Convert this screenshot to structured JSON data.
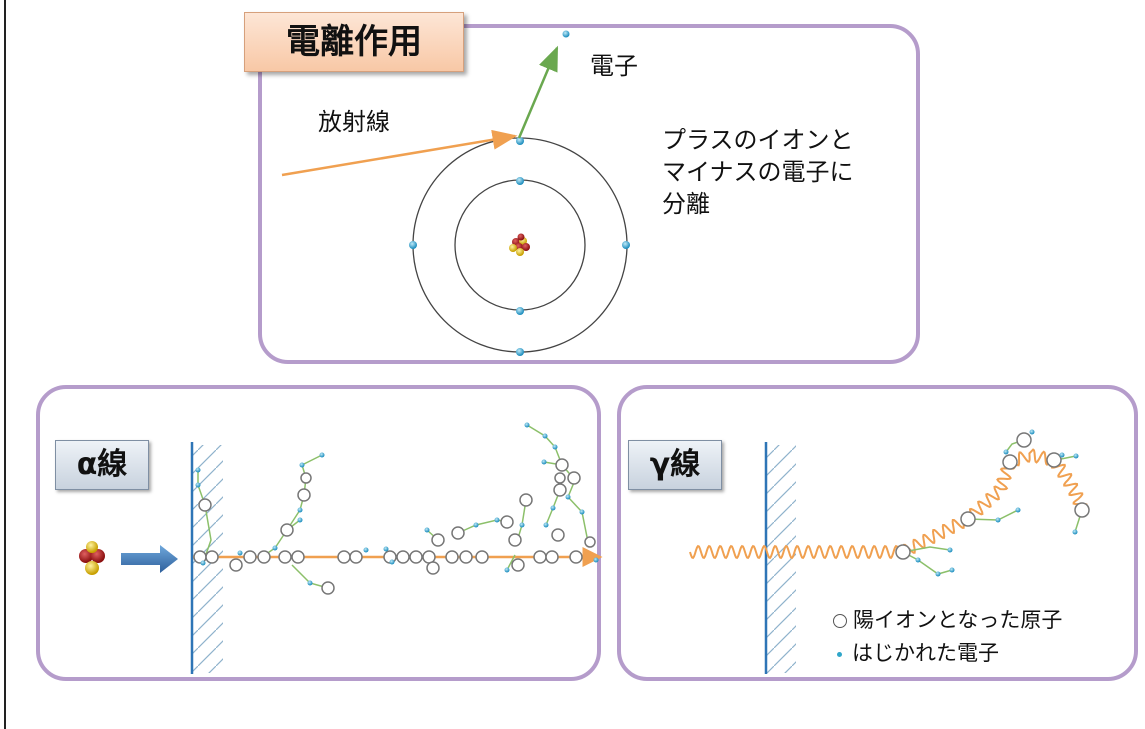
{
  "title": "電離作用",
  "top_panel": {
    "label_electron": "電子",
    "label_radiation": "放射線",
    "description_lines": [
      "プラスのイオンと",
      "マイナスの電子に",
      "分離"
    ]
  },
  "alpha_panel": {
    "label": "α線"
  },
  "gamma_panel": {
    "label": "γ線",
    "legend": [
      {
        "text": "陽イオンとなった原子",
        "marker": "open-circle"
      },
      {
        "text": "はじかれた電子",
        "marker": "small-dot"
      }
    ]
  },
  "colors": {
    "panel_border": "#b59ccb",
    "radiation_arrow": "#f0a050",
    "electron_arrow": "#6aa84f",
    "electron": "#2fa6c9",
    "shield": "#2e75b6",
    "alpha_arrow": "#2e75b6"
  }
}
